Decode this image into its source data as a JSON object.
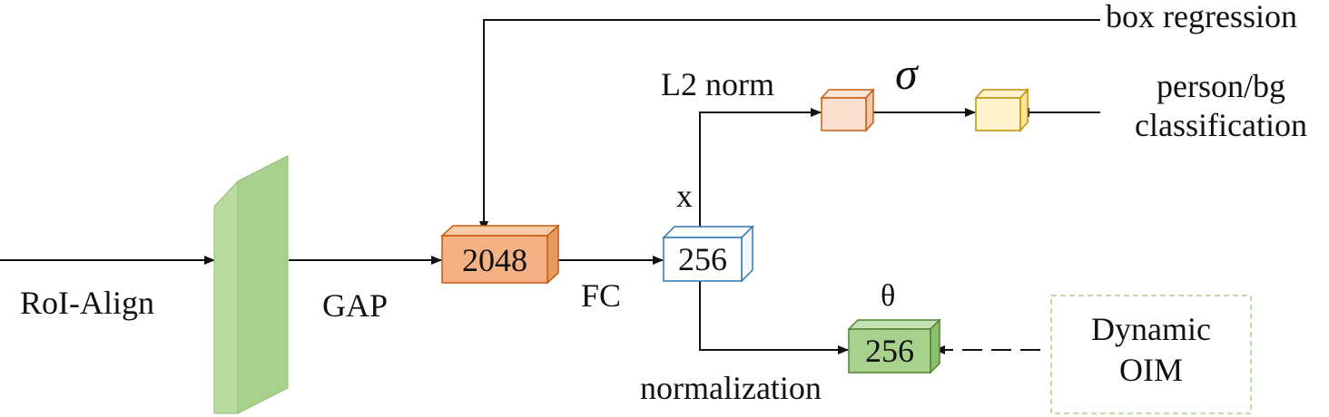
{
  "labels": {
    "roi_align": "RoI-Align",
    "gap": "GAP",
    "fc": "FC",
    "x": "x",
    "l2_norm": "L2 norm",
    "sigma": "σ",
    "theta": "θ",
    "normalization": "normalization",
    "box_regression": "box regression",
    "person_bg_line1": "person/bg",
    "person_bg_line2": "classification",
    "dynamic": "Dynamic",
    "oim": "OIM"
  },
  "blocks": {
    "feature_2048": "2048",
    "fc_256": "256",
    "norm_256": "256"
  },
  "colors": {
    "gap_plate": "#a8d18d",
    "feature_2048": "#f4b183",
    "fc_256": "#ffffff",
    "fc_256_border": "#2e75b6",
    "sigma_cube": "#fbe0d0",
    "sigma_cube_border": "#c55a11",
    "cls_cube": "#fff2cc",
    "cls_cube_border": "#bf9000",
    "norm_256": "#a9d18e",
    "norm_256_border": "#548235",
    "oim_border": "#a9d18e"
  }
}
